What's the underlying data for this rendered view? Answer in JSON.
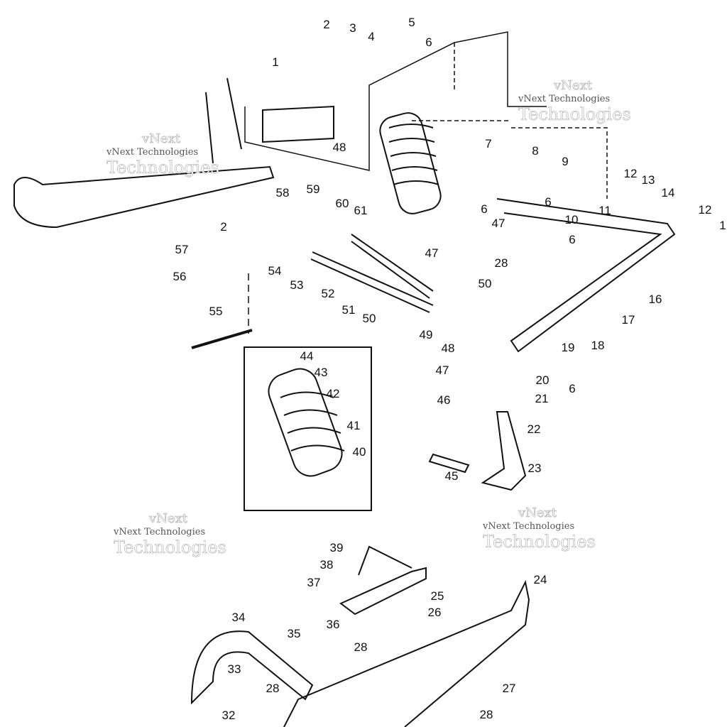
{
  "diagram": {
    "type": "exploded parts diagram",
    "callouts": [
      "2",
      "3",
      "4",
      "5",
      "6",
      "1",
      "48",
      "7",
      "8",
      "9",
      "58",
      "59",
      "12",
      "13",
      "14",
      "12",
      "1",
      "60",
      "61",
      "6",
      "6",
      "11",
      "10",
      "47",
      "2",
      "57",
      "47",
      "28",
      "6",
      "54",
      "53",
      "56",
      "50",
      "16",
      "52",
      "17",
      "51",
      "50",
      "49",
      "18",
      "19",
      "48",
      "55",
      "44",
      "43",
      "47",
      "20",
      "6",
      "42",
      "46",
      "21",
      "22",
      "41",
      "40",
      "23",
      "45",
      "39",
      "38",
      "37",
      "24",
      "25",
      "26",
      "34",
      "35",
      "36",
      "28",
      "33",
      "28",
      "27",
      "32",
      "28"
    ]
  },
  "watermark": {
    "line1": "vNext",
    "line2": "vNext Technologies",
    "line3": "Technologies"
  }
}
